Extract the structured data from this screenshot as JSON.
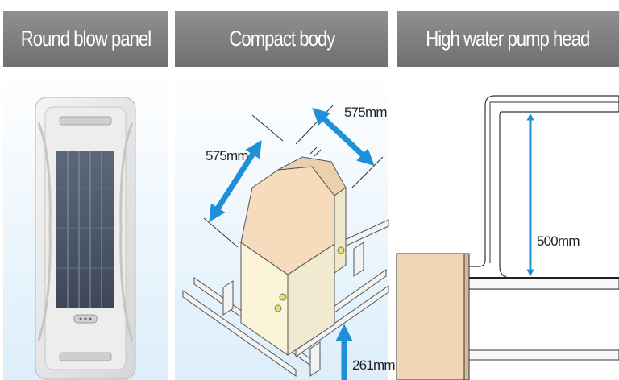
{
  "panels": [
    {
      "title": "Round blow panel"
    },
    {
      "title": "Compact body",
      "dim_width": "575mm",
      "dim_depth": "575mm",
      "dim_height": "261mm"
    },
    {
      "title": "High water pump head",
      "dim_head": "500mm"
    }
  ],
  "colors": {
    "header": "#7d7d7d",
    "arrow": "#1e90d8",
    "unit_body": "#f6dcbc",
    "sky": "#ddeefa"
  }
}
